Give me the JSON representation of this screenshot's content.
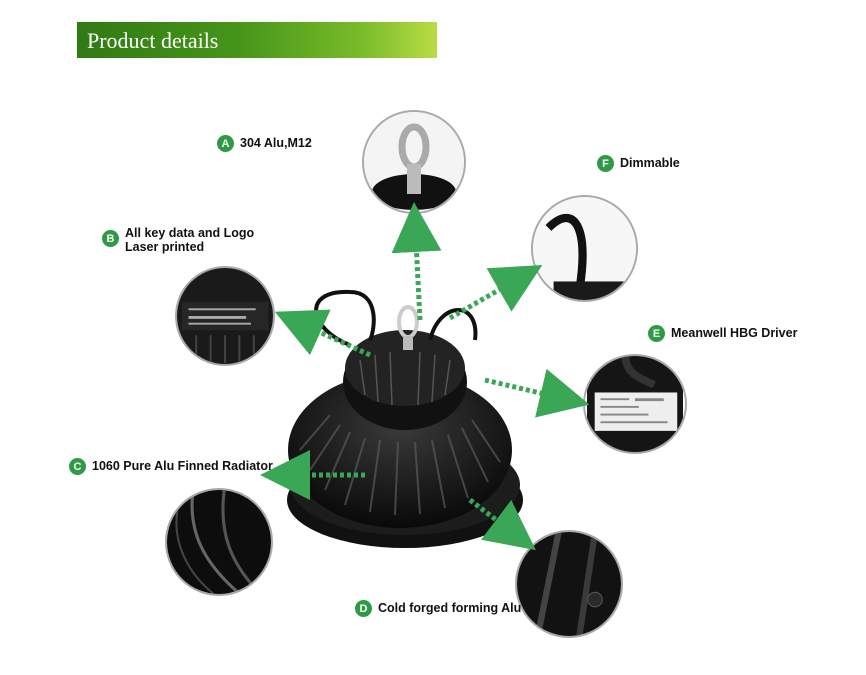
{
  "header": {
    "title": "Product details"
  },
  "features": [
    {
      "letter": "A",
      "label": "304 Alu,M12"
    },
    {
      "letter": "B",
      "label": "All key data and Logo\nLaser printed"
    },
    {
      "letter": "C",
      "label": "1060 Pure Alu Finned Radiator"
    },
    {
      "letter": "D",
      "label": "Cold forged forming Alu"
    },
    {
      "letter": "E",
      "label": "Meanwell HBG Driver"
    },
    {
      "letter": "F",
      "label": "Dimmable"
    }
  ],
  "colors": {
    "accent": "#2e9a45",
    "banner": "#46951a",
    "arrow": "#3aa757"
  }
}
